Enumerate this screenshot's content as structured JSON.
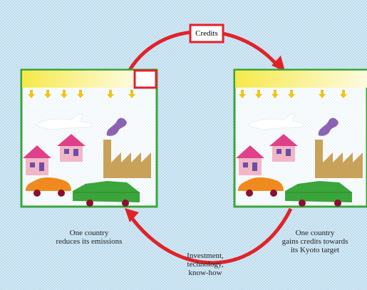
{
  "diagram": {
    "credits_label": "Credits",
    "left_caption": [
      "One country",
      "reduces its emissions"
    ],
    "right_caption": [
      "One country",
      "gains credits towards",
      "its Kyoto target"
    ],
    "bottom_caption": [
      "Investment,",
      "technology,",
      "know-how"
    ]
  },
  "colors": {
    "background": "#cfe6f3",
    "arrow": "#e1222a",
    "frame": "#3aa53a",
    "sky": "#ffffff",
    "sun_bar": "#f4e64a",
    "sun_arrow": "#f0c419",
    "house_wall": "#f3b6c6",
    "house_roof": "#e0408a",
    "window": "#6a4fa3",
    "factory": "#c9a25a",
    "smoke": "#8c63b3",
    "car": "#f08a1e",
    "truck": "#3aa53a",
    "wheel": "#8a1030",
    "plane": "#ffffff"
  }
}
